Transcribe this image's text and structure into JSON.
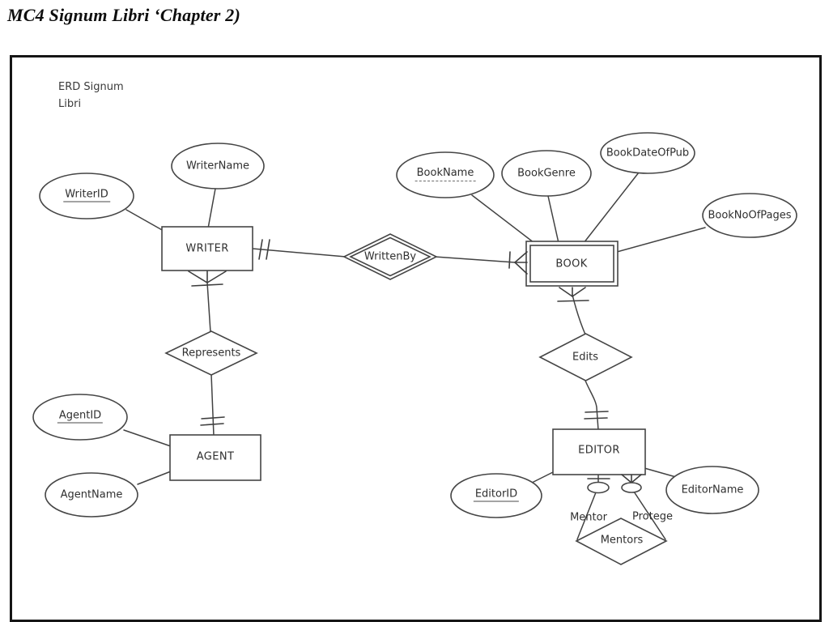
{
  "page": {
    "title": "MC4 Signum Libri ‘Chapter 2)"
  },
  "diagram": {
    "caption": "ERD Signum\nLibri",
    "entities": [
      {
        "id": "writer",
        "label": "WRITER",
        "type": "strong"
      },
      {
        "id": "book",
        "label": "BOOK",
        "type": "weak (double border)"
      },
      {
        "id": "agent",
        "label": "AGENT",
        "type": "strong"
      },
      {
        "id": "editor",
        "label": "EDITOR",
        "type": "strong"
      }
    ],
    "relationships": [
      {
        "id": "writtenby",
        "label": "WrittenBy",
        "type": "identifying (double diamond)"
      },
      {
        "id": "represents",
        "label": "Represents",
        "type": "regular"
      },
      {
        "id": "edits",
        "label": "Edits",
        "type": "regular"
      },
      {
        "id": "mentors",
        "label": "Mentors",
        "type": "recursive"
      }
    ],
    "attributes": [
      {
        "id": "writerid",
        "label": "WriterID",
        "key": "primary (solid underline)"
      },
      {
        "id": "writername",
        "label": "WriterName",
        "key": "none"
      },
      {
        "id": "bookname",
        "label": "BookName",
        "key": "partial (dashed underline)"
      },
      {
        "id": "bookgenre",
        "label": "BookGenre",
        "key": "none"
      },
      {
        "id": "bookdateofpub",
        "label": "BookDateOfPub",
        "key": "none"
      },
      {
        "id": "booknoofpages",
        "label": "BookNoOfPages",
        "key": "none"
      },
      {
        "id": "agentid",
        "label": "AgentID",
        "key": "primary (solid underline)"
      },
      {
        "id": "agentname",
        "label": "AgentName",
        "key": "none"
      },
      {
        "id": "editorid",
        "label": "EditorID",
        "key": "primary (solid underline)"
      },
      {
        "id": "editorname",
        "label": "EditorName",
        "key": "none"
      }
    ],
    "roles": [
      {
        "label": "Mentor"
      },
      {
        "label": "Protege"
      }
    ],
    "connections": [
      {
        "via": "WrittenBy",
        "from": "WRITER",
        "to": "BOOK",
        "from_cardinality": "one and only one",
        "to_cardinality": "one or many"
      },
      {
        "via": "Represents",
        "from": "AGENT",
        "to": "WRITER",
        "from_cardinality": "one and only one",
        "to_cardinality": "one or many"
      },
      {
        "via": "Edits",
        "from": "EDITOR",
        "to": "BOOK",
        "from_cardinality": "one and only one",
        "to_cardinality": "one or many"
      },
      {
        "via": "Mentors",
        "from": "EDITOR (Mentor)",
        "to": "EDITOR (Protege)",
        "from_cardinality": "zero or one",
        "to_cardinality": "zero or many"
      }
    ]
  },
  "colors": {
    "ink": "#424242",
    "text": "#2f2f2f",
    "frame": "#161616",
    "background": "#ffffff"
  }
}
